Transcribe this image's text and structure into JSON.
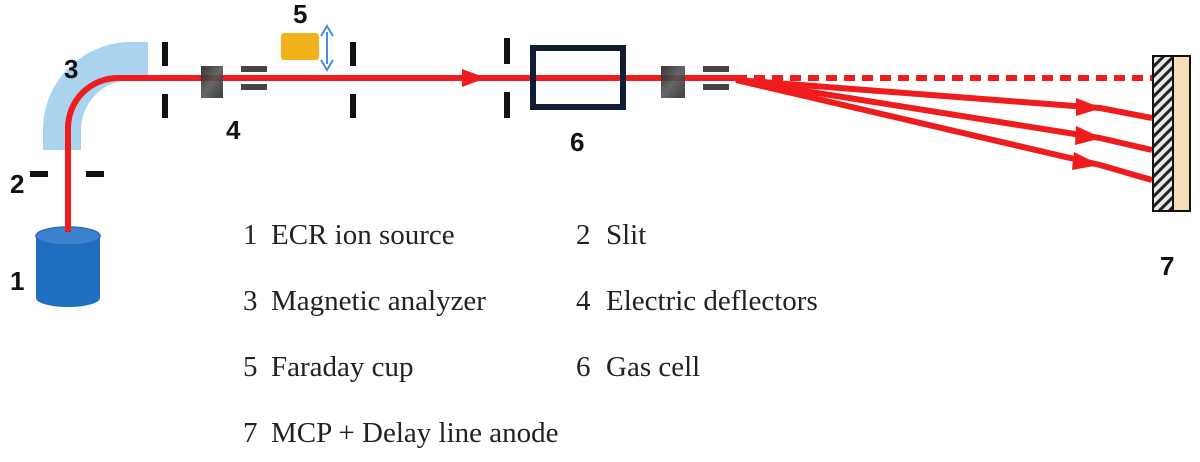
{
  "colors": {
    "beam": "#ee1c1c",
    "magnet": "#a9d3ee",
    "source_top": "#3c82d1",
    "source_body": "#1f6fc0",
    "faraday_cup": "#f2b21b",
    "arrow_blue": "#4a90d9",
    "detector_face": "#f5deb8",
    "dark": "#111111"
  },
  "component_numbers": {
    "n1": "1",
    "n2": "2",
    "n3": "3",
    "n4": "4",
    "n5": "5",
    "n6": "6",
    "n7": "7"
  },
  "legend": [
    {
      "num": "1",
      "text": "ECR ion source"
    },
    {
      "num": "2",
      "text": "Slit"
    },
    {
      "num": "3",
      "text": "Magnetic analyzer"
    },
    {
      "num": "4",
      "text": "Electric deflectors"
    },
    {
      "num": "5",
      "text": "Faraday cup"
    },
    {
      "num": "6",
      "text": "Gas cell"
    },
    {
      "num": "7",
      "text": "MCP + Delay line anode"
    }
  ]
}
